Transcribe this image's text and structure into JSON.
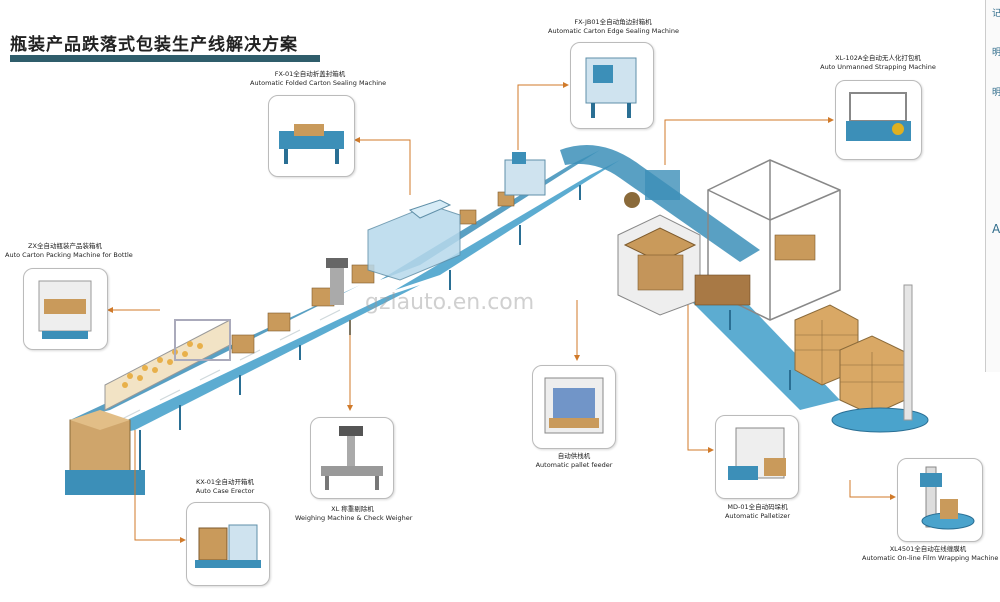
{
  "title": "瓶装产品跌落式包装生产线解决方案",
  "watermark": "gzlauto.en.com",
  "side_glyphs": [
    "记",
    "明",
    "明",
    "A"
  ],
  "machines": {
    "folded_sealer": {
      "cn": "FX-01全自动折盖封箱机",
      "en": "Automatic Folded Carton Sealing Machine"
    },
    "edge_sealer": {
      "cn": "FX-JB01全自动角边封箱机",
      "en": "Automatic Carton Edge Sealing Machine"
    },
    "strapping": {
      "cn": "XL-102A全自动无人化打包机",
      "en": "Auto Unmanned Strapping Machine"
    },
    "packing": {
      "cn": "ZX全自动瓶装产品装箱机",
      "en": "Auto Carton Packing Machine for Bottle"
    },
    "erector": {
      "cn": "KX-01全自动开箱机",
      "en": "Auto Case Erector"
    },
    "weigher": {
      "cn": "XL 称重剔除机",
      "en": "Weighing Machine & Check Weigher"
    },
    "pallet_feeder": {
      "cn": "自动供栈机",
      "en": "Automatic pallet feeder"
    },
    "palletizer": {
      "cn": "MD-01全自动码垛机",
      "en": "Automatic Palletizer"
    },
    "film_wrapper": {
      "cn": "XL4501全自动在线缠膜机",
      "en": "Automatic On-line Film Wrapping Machine"
    }
  }
}
